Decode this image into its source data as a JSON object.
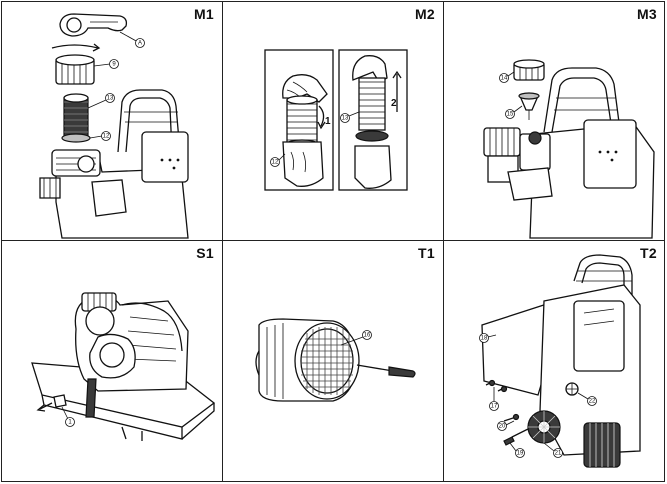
{
  "panels": [
    {
      "label": "M1",
      "callouts": [
        "A",
        "9",
        "13",
        "12"
      ]
    },
    {
      "label": "M2",
      "callouts": [
        "12",
        "13"
      ],
      "steps": [
        "1",
        "2"
      ]
    },
    {
      "label": "M3",
      "callouts": [
        "14",
        "15"
      ]
    },
    {
      "label": "S1",
      "callouts": [
        "1"
      ]
    },
    {
      "label": "T1",
      "callouts": [
        "16"
      ]
    },
    {
      "label": "T2",
      "callouts": [
        "18",
        "17",
        "22",
        "20",
        "21",
        "19"
      ]
    }
  ]
}
